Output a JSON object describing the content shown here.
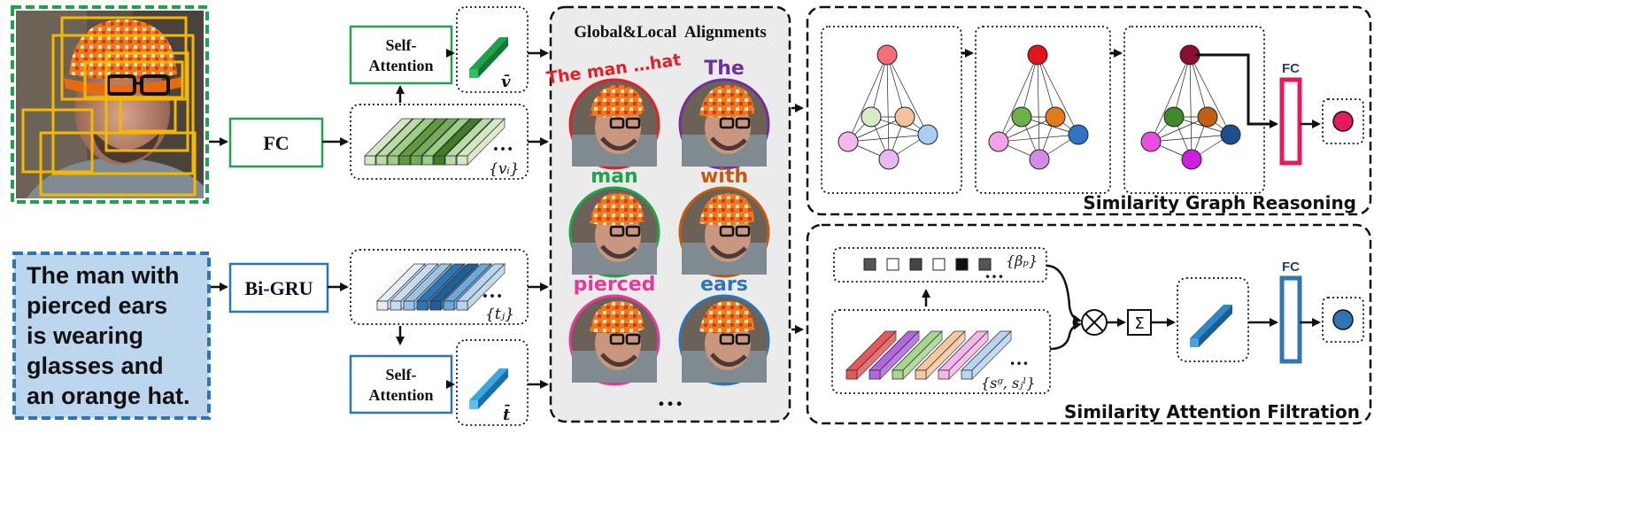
{
  "boxes": {
    "fc_visual": "FC",
    "bigru": "Bi-GRU",
    "self_attention_v": "Self-Attention",
    "self_attention_t": "Self-Attention",
    "vbar": "v̄",
    "tbar": "t̄",
    "vi": "{vᵢ}",
    "tj": "{tⱼ}",
    "ellipsis": "…"
  },
  "caption": {
    "lines": [
      "The man with",
      "pierced ears",
      "is wearing",
      "glasses and",
      "an orange hat."
    ]
  },
  "alignment": {
    "title": "Global&Local  Alignments",
    "words": [
      {
        "text": "The man …hat",
        "color": "#e3202a"
      },
      {
        "text": "The",
        "color": "#7030a0"
      },
      {
        "text": "man",
        "color": "#1fa34a"
      },
      {
        "text": "with",
        "color": "#c55a11"
      },
      {
        "text": "pierced",
        "color": "#e53a9a"
      },
      {
        "text": "ears",
        "color": "#2e75b6"
      }
    ],
    "more": "…"
  },
  "sgr": {
    "title": "Similarity Graph Reasoning",
    "fc": "FC"
  },
  "saf": {
    "title": "Similarity Attention Filtration",
    "fc": "FC",
    "beta": "{βₚ}",
    "s_set": "{sᵍ, sⱼˡ}",
    "sum": "Σ",
    "otimes": "⊗"
  },
  "colors": {
    "green": "#1fa34a",
    "blue": "#2e75b6",
    "pink": "#e6195f",
    "dark": "#222222"
  }
}
